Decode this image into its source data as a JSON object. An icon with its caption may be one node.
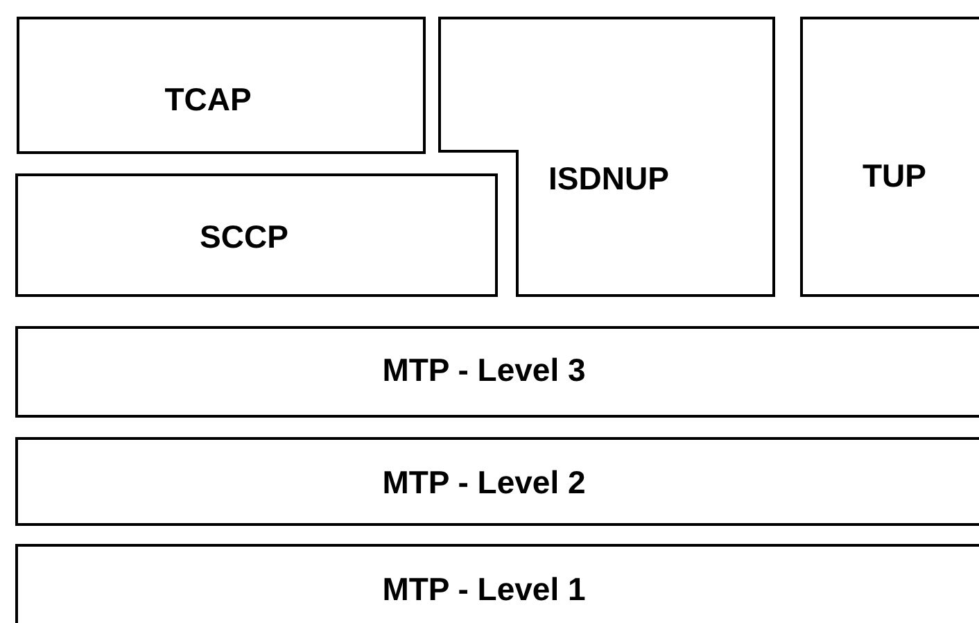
{
  "diagram": {
    "nodes": [
      {
        "text": [
          "TCAP"
        ]
      },
      {
        "text": [
          "SCCP"
        ]
      },
      {
        "text": [
          "ISDNUP"
        ]
      },
      {
        "text": [
          "TUP"
        ]
      },
      {
        "text": [
          "MTP - Level 3"
        ]
      },
      {
        "text": [
          "MTP - Level 2"
        ]
      },
      {
        "text": [
          "MTP - Level 1"
        ]
      }
    ]
  }
}
